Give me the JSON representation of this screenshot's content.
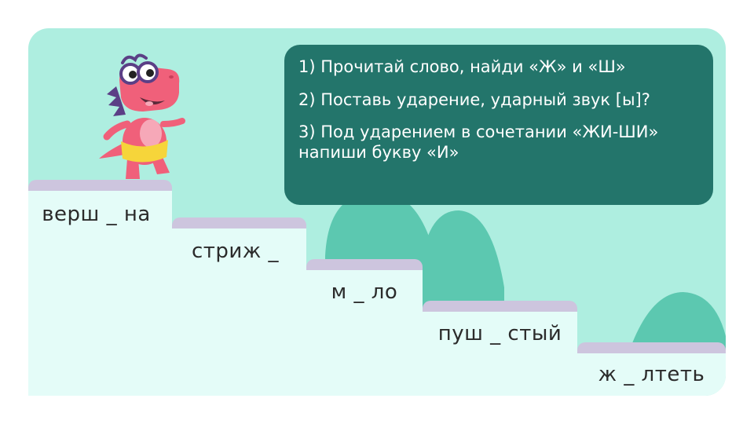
{
  "tasks": [
    "1) Прочитай слово, найди «Ж» и «Ш»",
    "2) Поставь ударение, ударный звук [ы]?",
    "3) Под ударением в сочетании «ЖИ-ШИ» напиши букву «И»"
  ],
  "steps": [
    "верш _ на",
    "стриж _",
    "м _ ло",
    "пуш _ стый",
    "ж _ лтеть"
  ],
  "colors": {
    "background": "#aeeee0",
    "task_box": "#23756b",
    "step_cap": "#cdc5de",
    "step_body": "#e4fcf8",
    "hill": "#5cc8b0"
  },
  "mascot_icon": "dinosaur-mascot-icon"
}
